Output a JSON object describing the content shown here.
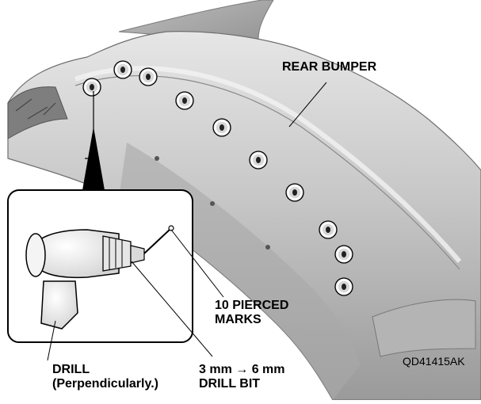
{
  "labels": {
    "rear_bumper": "REAR BUMPER",
    "pierced_marks_line1": "10 PIERCED",
    "pierced_marks_line2": "MARKS",
    "drill_line1": "DRILL",
    "drill_line2": "(Perpendicularly.)",
    "bit_line1": "3 mm → 6 mm",
    "bit_line2": "DRILL BIT",
    "figure_code": "QD41415AK"
  },
  "pierced_mark_count": 10,
  "colors": {
    "bumper_fill": "#c4c4c4",
    "bumper_dark": "#8a8a8a",
    "bumper_light": "#e2e2e2",
    "mark_ring": "#ffffff",
    "outline": "#000000"
  }
}
